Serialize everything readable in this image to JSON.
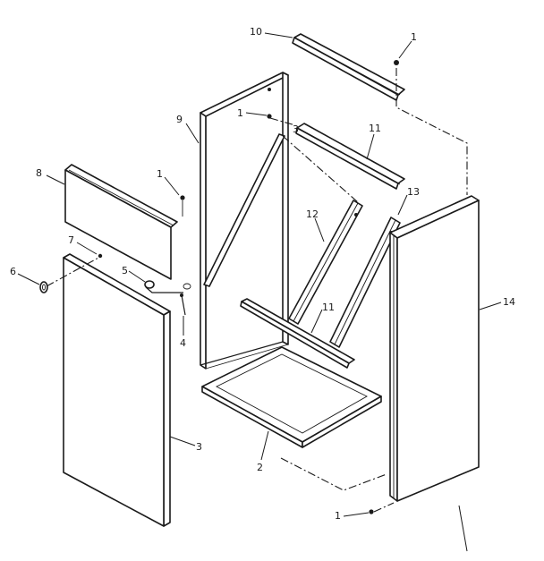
{
  "callouts": {
    "c1_top": "1",
    "c10": "10",
    "c9": "9",
    "c1_upper": "1",
    "c3_upper": "3",
    "c11_top": "11",
    "c8": "8",
    "c1_left": "1",
    "c13": "13",
    "c12": "12",
    "c7": "7",
    "c6": "6",
    "c5": "5",
    "c4": "4",
    "c11_mid": "11",
    "c14": "14",
    "c3_lower": "3",
    "c2": "2",
    "c1_bottom": "1"
  }
}
